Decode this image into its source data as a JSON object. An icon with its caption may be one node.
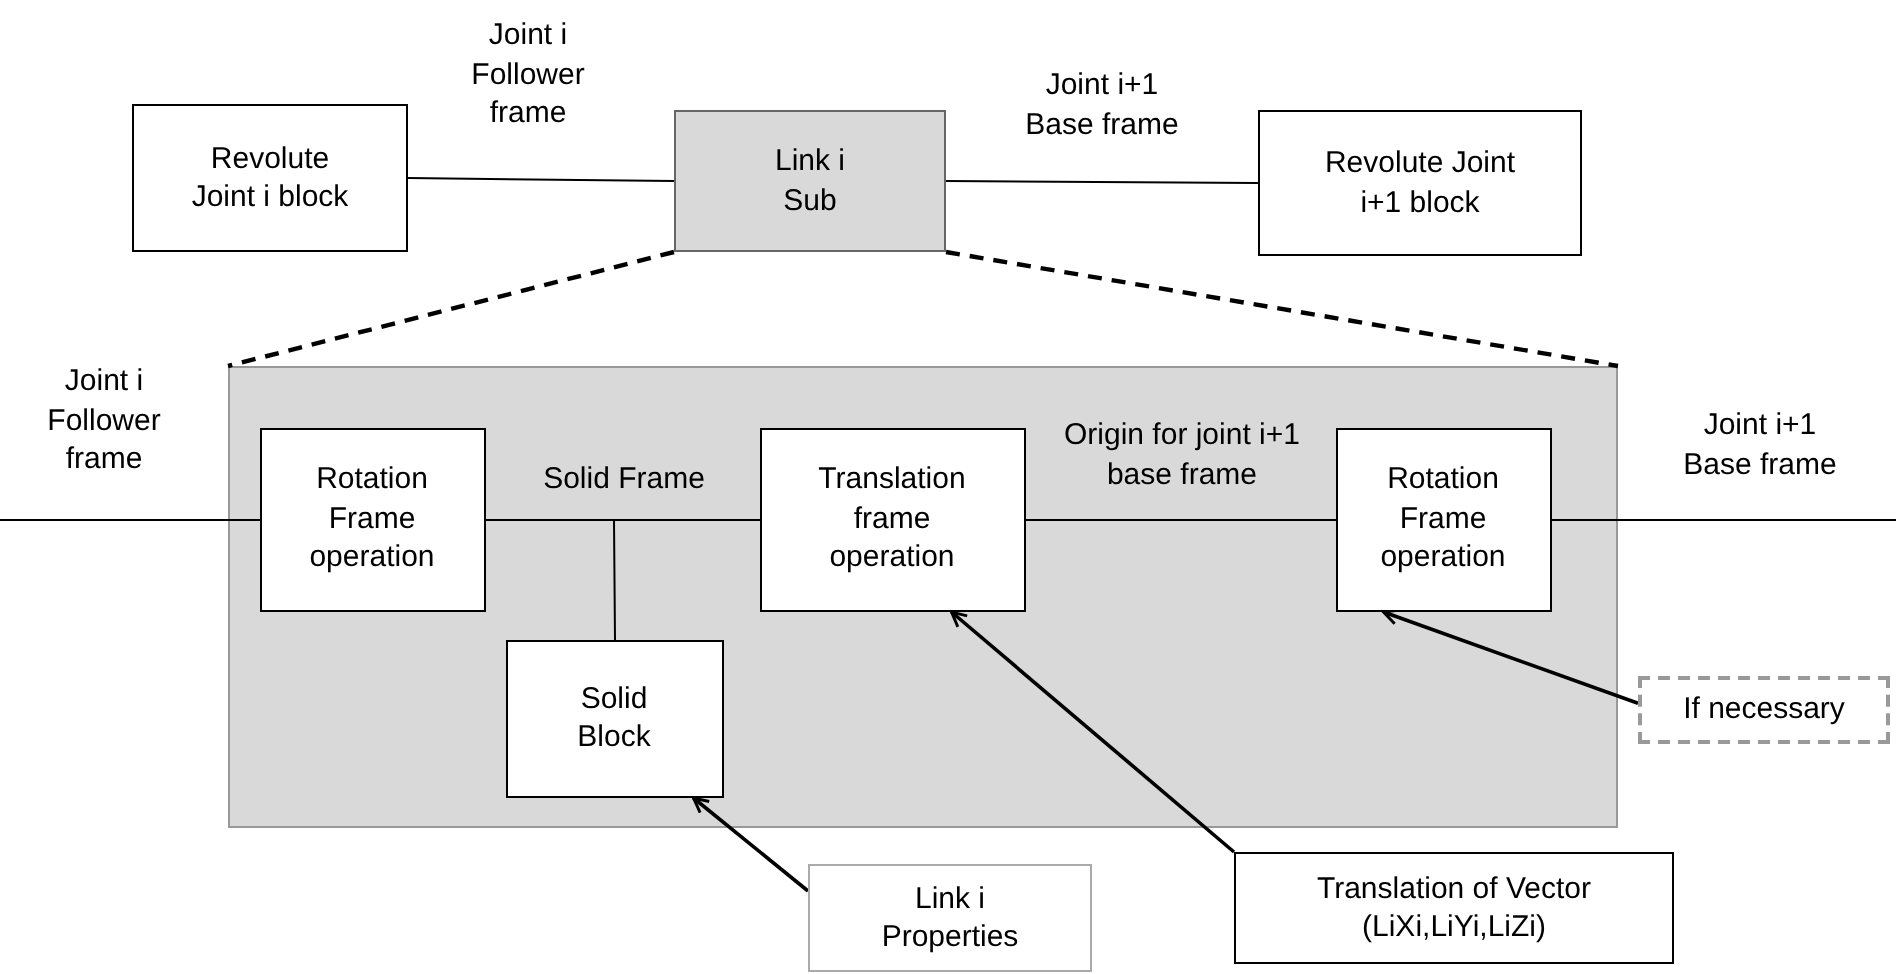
{
  "diagram": {
    "nodes": [
      {
        "text": [
          "Revolute Joint i block"
        ]
      },
      {
        "text": [
          "Link i Sub"
        ]
      },
      {
        "text": [
          "Revolute Joint i+1 block"
        ]
      },
      {
        "text": [],
        "shape": "box"
      },
      {
        "text": [
          "Rotation Frame operation"
        ],
        "in": 3
      },
      {
        "text": [
          "Translation frame operation"
        ],
        "in": 3
      },
      {
        "text": [
          "Rotation Frame operation"
        ],
        "in": 3
      },
      {
        "text": [
          "Solid Block"
        ],
        "in": 3
      },
      {
        "text": [
          "Link i Properties"
        ]
      },
      {
        "text": [
          "Translation of Vector (LiXi,LiYi,LiZi)"
        ]
      },
      {
        "text": [
          "If necessary"
        ]
      }
    ],
    "edges": [
      {
        "from": 0,
        "to": 1,
        "arrow": "none",
        "label": "Joint i Follower frame"
      },
      {
        "from": 1,
        "to": 2,
        "arrow": "none",
        "label": "Joint i+1 Base frame"
      },
      {
        "from": 1,
        "to": 3,
        "arrow": "none",
        "style": "dashed"
      },
      {
        "from": 1,
        "to": 3,
        "arrow": "none",
        "style": "dashed"
      },
      {
        "from": null,
        "to": 4,
        "arrow": "none",
        "label": "Joint i Follower frame"
      },
      {
        "from": 4,
        "to": 5,
        "arrow": "none",
        "label": "Solid Frame"
      },
      {
        "from": 4,
        "to": 7,
        "arrow": "none"
      },
      {
        "from": 5,
        "to": 6,
        "arrow": "none",
        "label": "Origin for joint i+1 base frame"
      },
      {
        "from": 6,
        "to": null,
        "arrow": "none",
        "label": "Joint i+1 Base frame"
      },
      {
        "from": 8,
        "to": 7,
        "arrow": "to"
      },
      {
        "from": 9,
        "to": 5,
        "arrow": "to"
      },
      {
        "from": 10,
        "to": 6,
        "arrow": "to"
      }
    ]
  }
}
